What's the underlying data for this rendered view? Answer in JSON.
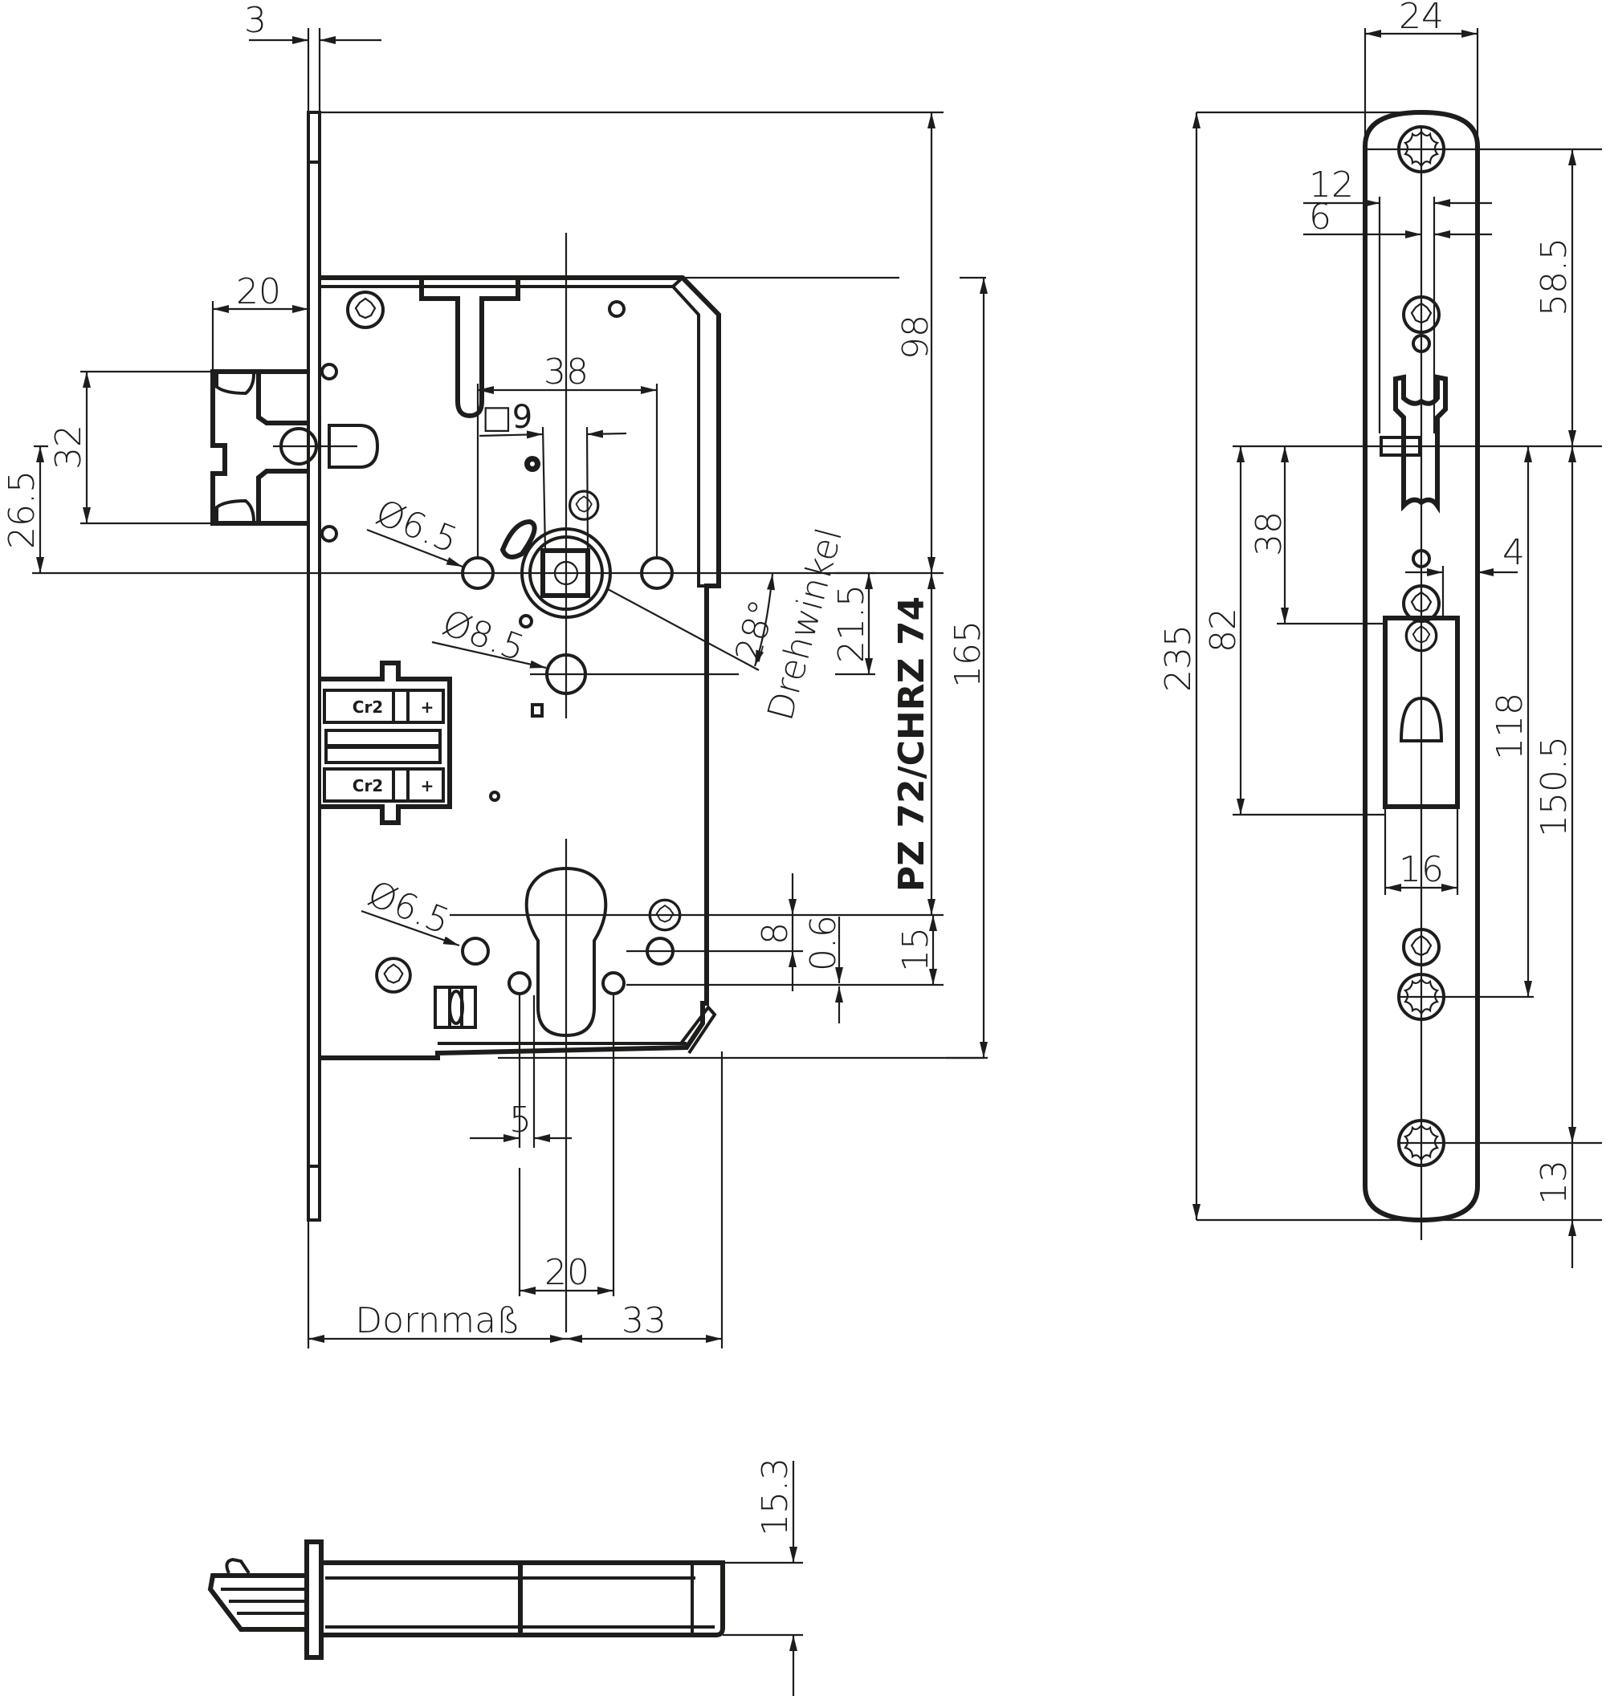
{
  "drawing": {
    "title": "Mortise lock technical drawing",
    "views": [
      "front view",
      "faceplate view",
      "bottom view"
    ],
    "line_color": "#1d1d1b",
    "background": "#ffffff"
  },
  "front_view": {
    "dimensions": {
      "faceplate_thickness": "3",
      "latch_projection": "20",
      "latch_height": "32",
      "latch_offset": "26.5",
      "spindle_hole_spacing": "38",
      "spindle_square": "□9",
      "hole_dia_upper": "Ø6.5",
      "hole_dia_mid": "Ø8.5",
      "hole_dia_lower": "Ø6.5",
      "top_to_follower": "98",
      "case_height": "165",
      "follower_offset": "21.5",
      "rotation_angle": "28°",
      "rotation_label": "Drehwinkel",
      "centre_distance": "PZ 72/CHRZ 74",
      "cyl_8": "8",
      "cyl_0_6": "0.6",
      "cyl_15": "15",
      "bottom_5": "5",
      "bottom_20": "20",
      "backset_label": "Dornmaß",
      "backset_33": "33"
    },
    "switch_labels": [
      "Cr2",
      "+",
      "Cr2",
      "+"
    ]
  },
  "faceplate_view": {
    "dimensions": {
      "width": "24",
      "dim_12": "12",
      "dim_6": "6",
      "dim_58_5": "58.5",
      "total_length": "235",
      "dim_82": "82",
      "dim_38": "38",
      "dim_4": "4",
      "dim_118": "118",
      "dim_150_5": "150.5",
      "dim_16": "16",
      "dim_13": "13"
    }
  },
  "bottom_view": {
    "dimensions": {
      "thickness": "15.3"
    }
  }
}
